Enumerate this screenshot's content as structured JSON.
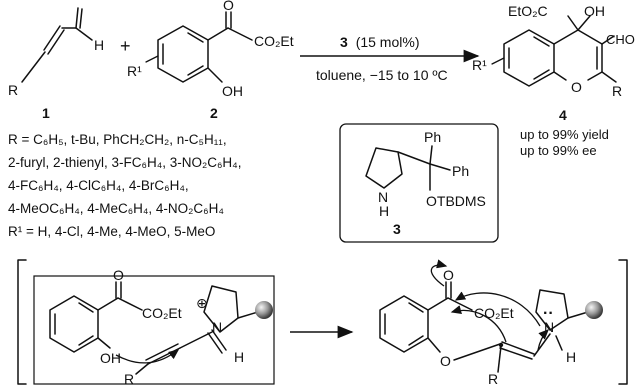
{
  "reaction": {
    "compound1": {
      "number": "1",
      "substituent": "R",
      "aldehyde_h": "H"
    },
    "plus": "+",
    "compound2": {
      "number": "2",
      "ester": "CO₂Et",
      "hydroxyl": "OH",
      "carbonyl_o": "O",
      "substituent": "R¹"
    },
    "catalyst_loading": {
      "number": "3",
      "rest": "(15 mol%)"
    },
    "conditions": "toluene, −15 to 10 ºC",
    "product4": {
      "number": "4",
      "ester": "EtO₂C",
      "hydroxyl": "OH",
      "aldehyde": "CHO",
      "ring_o": "O",
      "substituent_r": "R",
      "substituent_r1": "R¹"
    },
    "results": [
      "up to 99% yield",
      "up to 99% ee"
    ]
  },
  "scope": {
    "r_list_lines": [
      "R = C₆H₅, t-Bu, PhCH₂CH₂, n-C₅H₁₁,",
      "2-furyl, 2-thienyl, 3-FC₆H₄, 3-NO₂C₆H₄,",
      "4-FC₆H₄, 4-ClC₆H₄, 4-BrC₆H₄,",
      "4-MeOC₆H₄, 4-MeC₆H₄, 4-NO₂C₆H₄"
    ],
    "r1_list": "R¹ = H, 4-Cl, 4-Me, 4-MeO, 5-MeO"
  },
  "catalyst": {
    "number": "3",
    "nh": "N",
    "nh_h": "H",
    "ph1": "Ph",
    "ph2": "Ph",
    "silyl": "OTBDMS"
  },
  "mechanism": {
    "left": {
      "carbonyl_o": "O",
      "ester": "CO₂Et",
      "hydroxyl": "OH",
      "iminium_n": "N",
      "charge": "⊕",
      "vinyl_h": "H",
      "substituent": "R"
    },
    "right": {
      "carbonyl_o": "O",
      "ester": "CO₂Et",
      "ether_o": "O",
      "enamine_n": "N",
      "lone_pair": "··",
      "vinyl_h": "H",
      "substituent": "R"
    }
  }
}
